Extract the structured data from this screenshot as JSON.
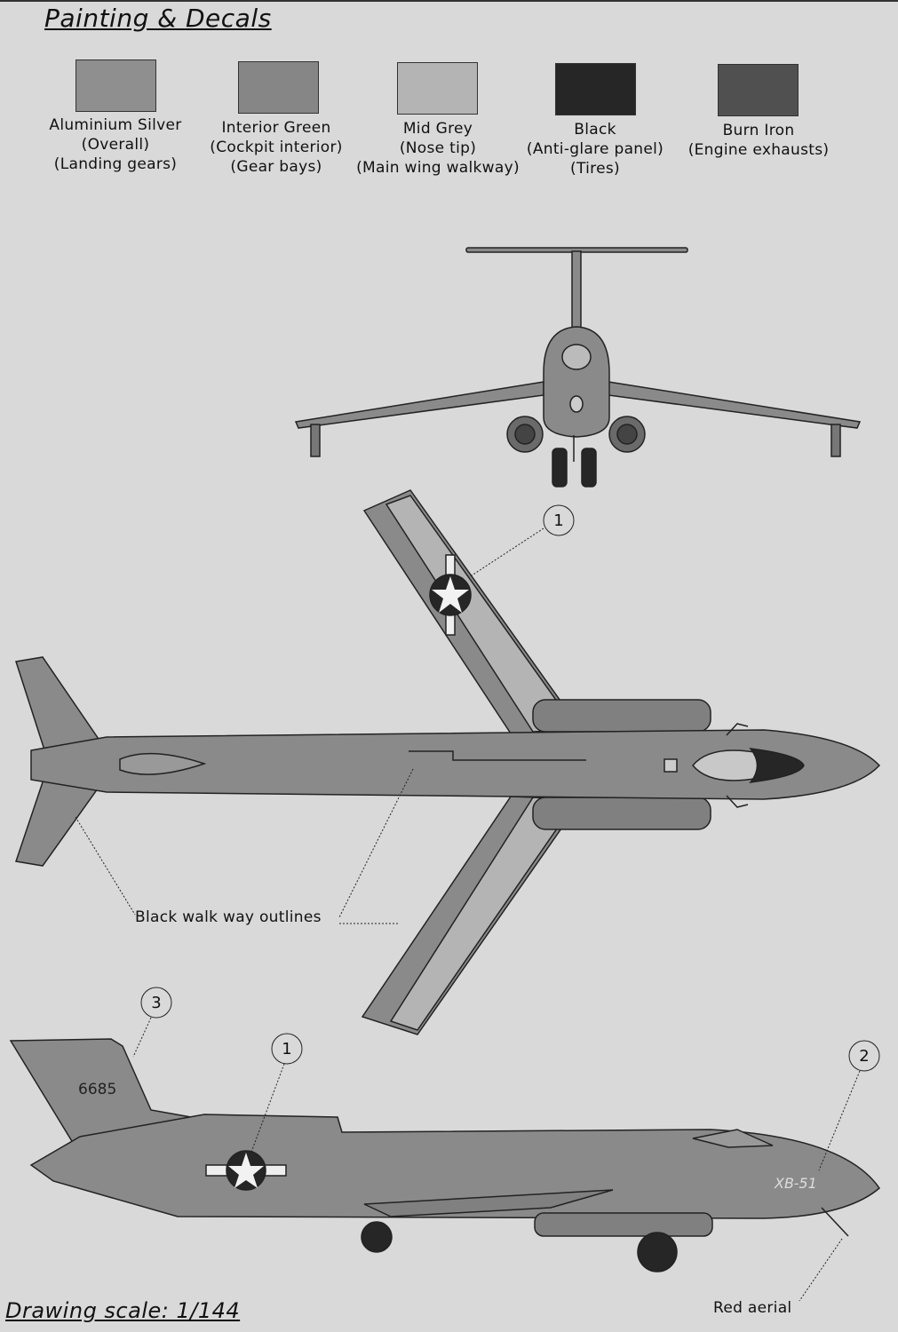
{
  "title": "Painting & Decals",
  "swatches": [
    {
      "name": "Aluminium Silver",
      "uses": [
        "(Overall)",
        "(Landing gears)"
      ],
      "color": "#8f8f8f"
    },
    {
      "name": "Interior Green",
      "uses": [
        "(Cockpit interior)",
        "(Gear bays)"
      ],
      "color": "#868686"
    },
    {
      "name": "Mid Grey",
      "uses": [
        "(Nose tip)",
        "(Main wing walkway)"
      ],
      "color": "#b4b4b4"
    },
    {
      "name": "Black",
      "uses": [
        "(Anti-glare panel)",
        "(Tires)"
      ],
      "color": "#262626"
    },
    {
      "name": "Burn Iron",
      "uses": [
        "(Engine exhausts)"
      ],
      "color": "#505050"
    }
  ],
  "callouts": {
    "walkway": "Black walk way outlines",
    "aerial": "Red aerial",
    "decal_1": "1",
    "decal_2": "2",
    "decal_3": "3"
  },
  "tail_number": "6685",
  "nose_marking": "XB-51",
  "scale": "Drawing scale: 1/144"
}
